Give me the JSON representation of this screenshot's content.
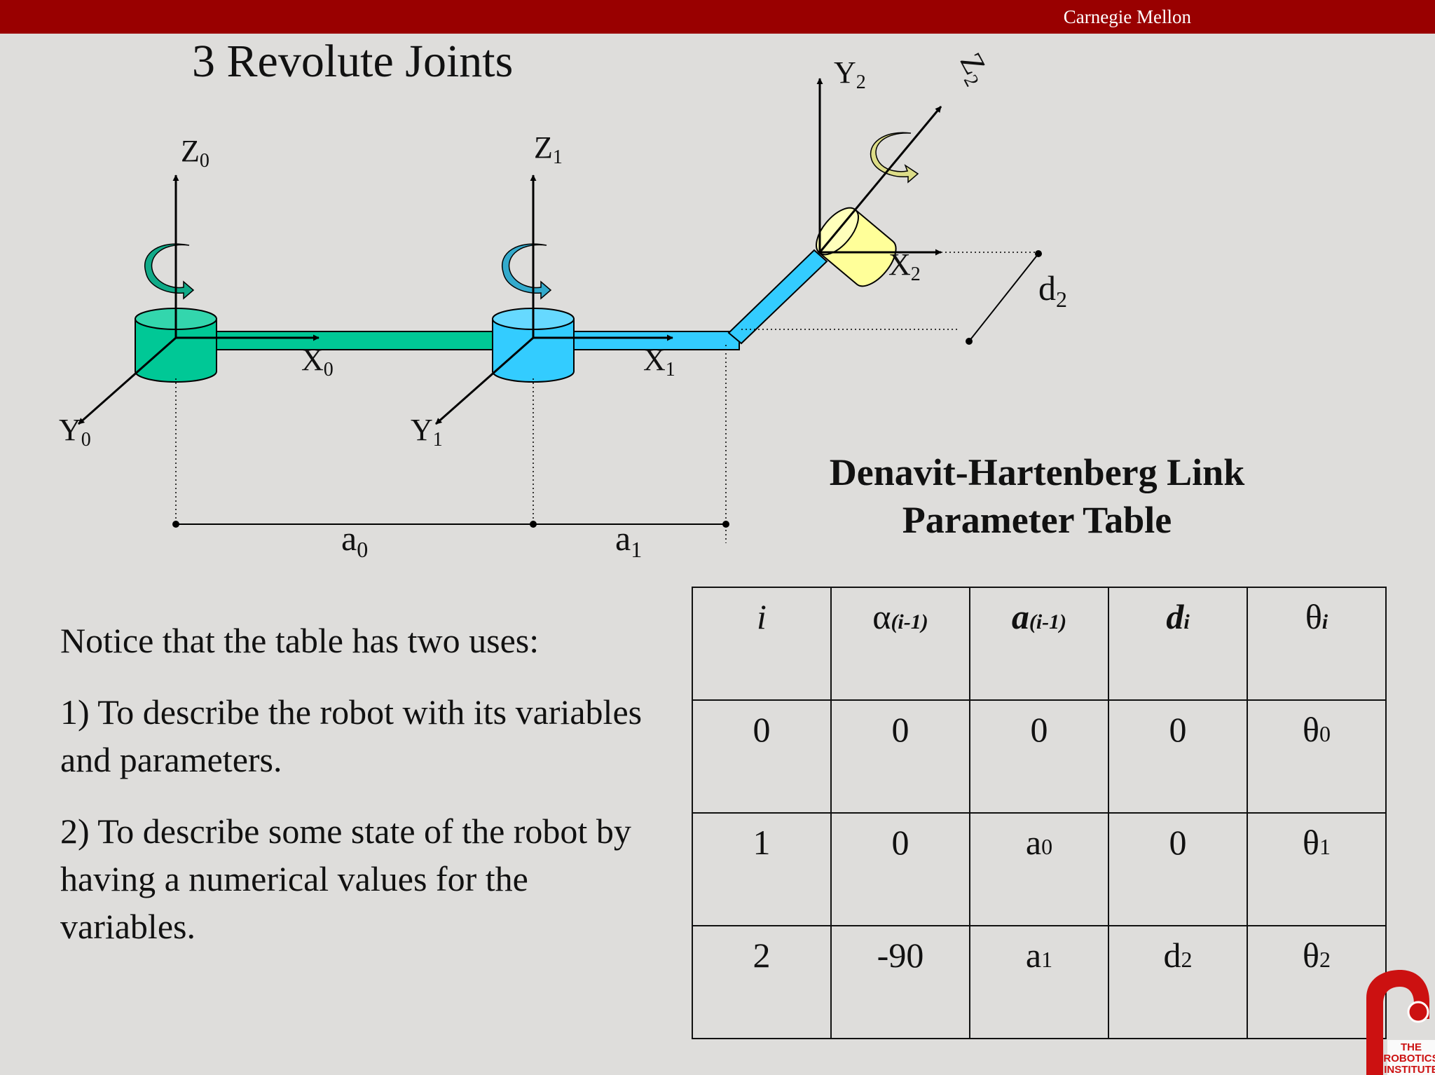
{
  "header": {
    "institution": "Carnegie Mellon"
  },
  "slide": {
    "title": "3 Revolute Joints"
  },
  "diagram": {
    "frames": {
      "frame0": {
        "z": "Z",
        "z_sub": "0",
        "x": "X",
        "x_sub": "0",
        "y": "Y",
        "y_sub": "0"
      },
      "frame1": {
        "z": "Z",
        "z_sub": "1",
        "x": "X",
        "x_sub": "1",
        "y": "Y",
        "y_sub": "1"
      },
      "frame2": {
        "z": "Z",
        "z_sub": "2",
        "x": "X",
        "x_sub": "2",
        "y": "Y",
        "y_sub": "2"
      }
    },
    "dimensions": {
      "a0": {
        "base": "a",
        "sub": "0"
      },
      "a1": {
        "base": "a",
        "sub": "1"
      },
      "d2": {
        "base": "d",
        "sub": "2"
      }
    },
    "colors": {
      "link0": "#00c896",
      "link1": "#33ccff",
      "joint2": "#ffff99",
      "rotation0": "#11aa88",
      "rotation1": "#33aacc",
      "rotation2": "#dddd88"
    }
  },
  "dh_table": {
    "title_line1": "Denavit-Hartenberg Link",
    "title_line2": "Parameter Table",
    "headers": [
      {
        "symbol": "i",
        "sub": ""
      },
      {
        "symbol": "α",
        "sub": "(i-1)"
      },
      {
        "symbol": "a",
        "sub": "(i-1)"
      },
      {
        "symbol": "d",
        "sub": "i"
      },
      {
        "symbol": "θ",
        "sub": "i"
      }
    ],
    "rows": [
      [
        {
          "v": "0",
          "s": ""
        },
        {
          "v": "0",
          "s": ""
        },
        {
          "v": "0",
          "s": ""
        },
        {
          "v": "0",
          "s": ""
        },
        {
          "v": "θ",
          "s": "0"
        }
      ],
      [
        {
          "v": "1",
          "s": ""
        },
        {
          "v": "0",
          "s": ""
        },
        {
          "v": "a",
          "s": "0"
        },
        {
          "v": "0",
          "s": ""
        },
        {
          "v": "θ",
          "s": "1"
        }
      ],
      [
        {
          "v": "2",
          "s": ""
        },
        {
          "v": "-90",
          "s": ""
        },
        {
          "v": "a",
          "s": "1"
        },
        {
          "v": "d",
          "s": "2"
        },
        {
          "v": "θ",
          "s": "2"
        }
      ]
    ]
  },
  "notes": {
    "intro": "Notice that the table has two uses:",
    "use1": "1) To describe the robot with its variables and parameters.",
    "use2": "2) To describe some state of the robot by having a numerical values for the variables."
  },
  "logo": {
    "line1": "THE",
    "line2": "ROBOTICS",
    "line3": "INSTITUTE"
  }
}
